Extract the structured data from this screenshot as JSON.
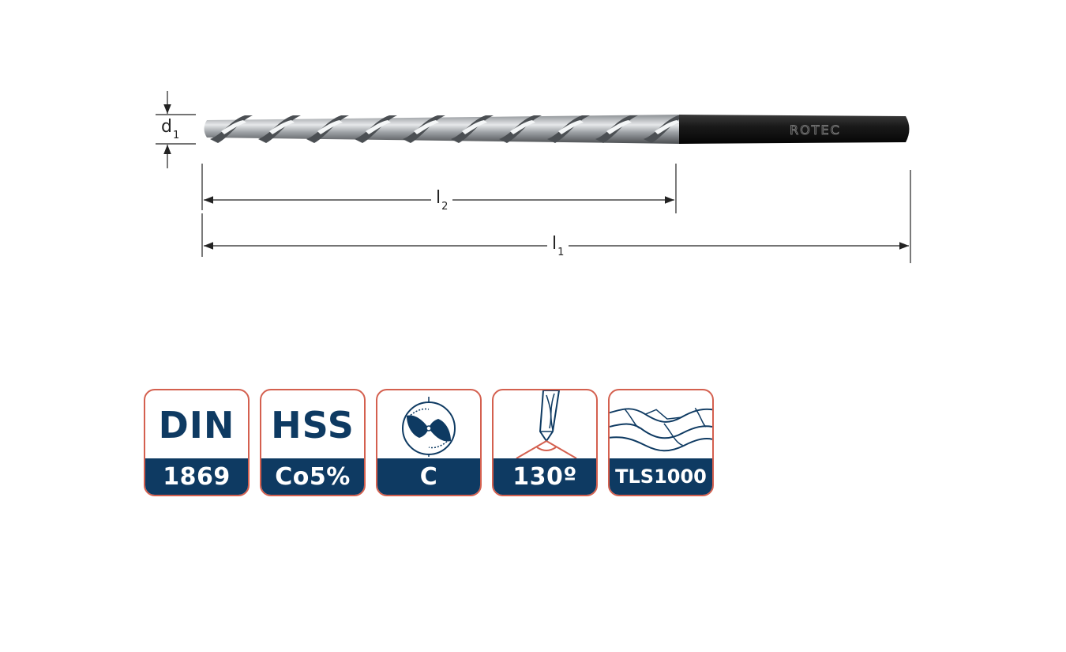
{
  "drawing": {
    "brand_mark": "ROTEC",
    "dimensions": {
      "d1": {
        "main": "d",
        "sub": "1"
      },
      "l2": {
        "main": "l",
        "sub": "2"
      },
      "l1": {
        "main": "l",
        "sub": "1"
      }
    }
  },
  "badges": [
    {
      "name": "din",
      "top": "DIN",
      "bottom": "1869"
    },
    {
      "name": "hss",
      "top": "HSS",
      "bottom": "Co5%"
    },
    {
      "name": "cut",
      "top_icon": "drill-cross-section-icon",
      "bottom": "C"
    },
    {
      "name": "angle",
      "top_icon": "point-angle-icon",
      "bottom": "130º"
    },
    {
      "name": "tls",
      "top_icon": "spiral-flute-icon",
      "bottom": "TLS1000"
    }
  ],
  "colors": {
    "navy": "#0e3a62",
    "border": "#d4604f",
    "shank": "#1e1e1e",
    "steel": "#b9bcbf"
  }
}
